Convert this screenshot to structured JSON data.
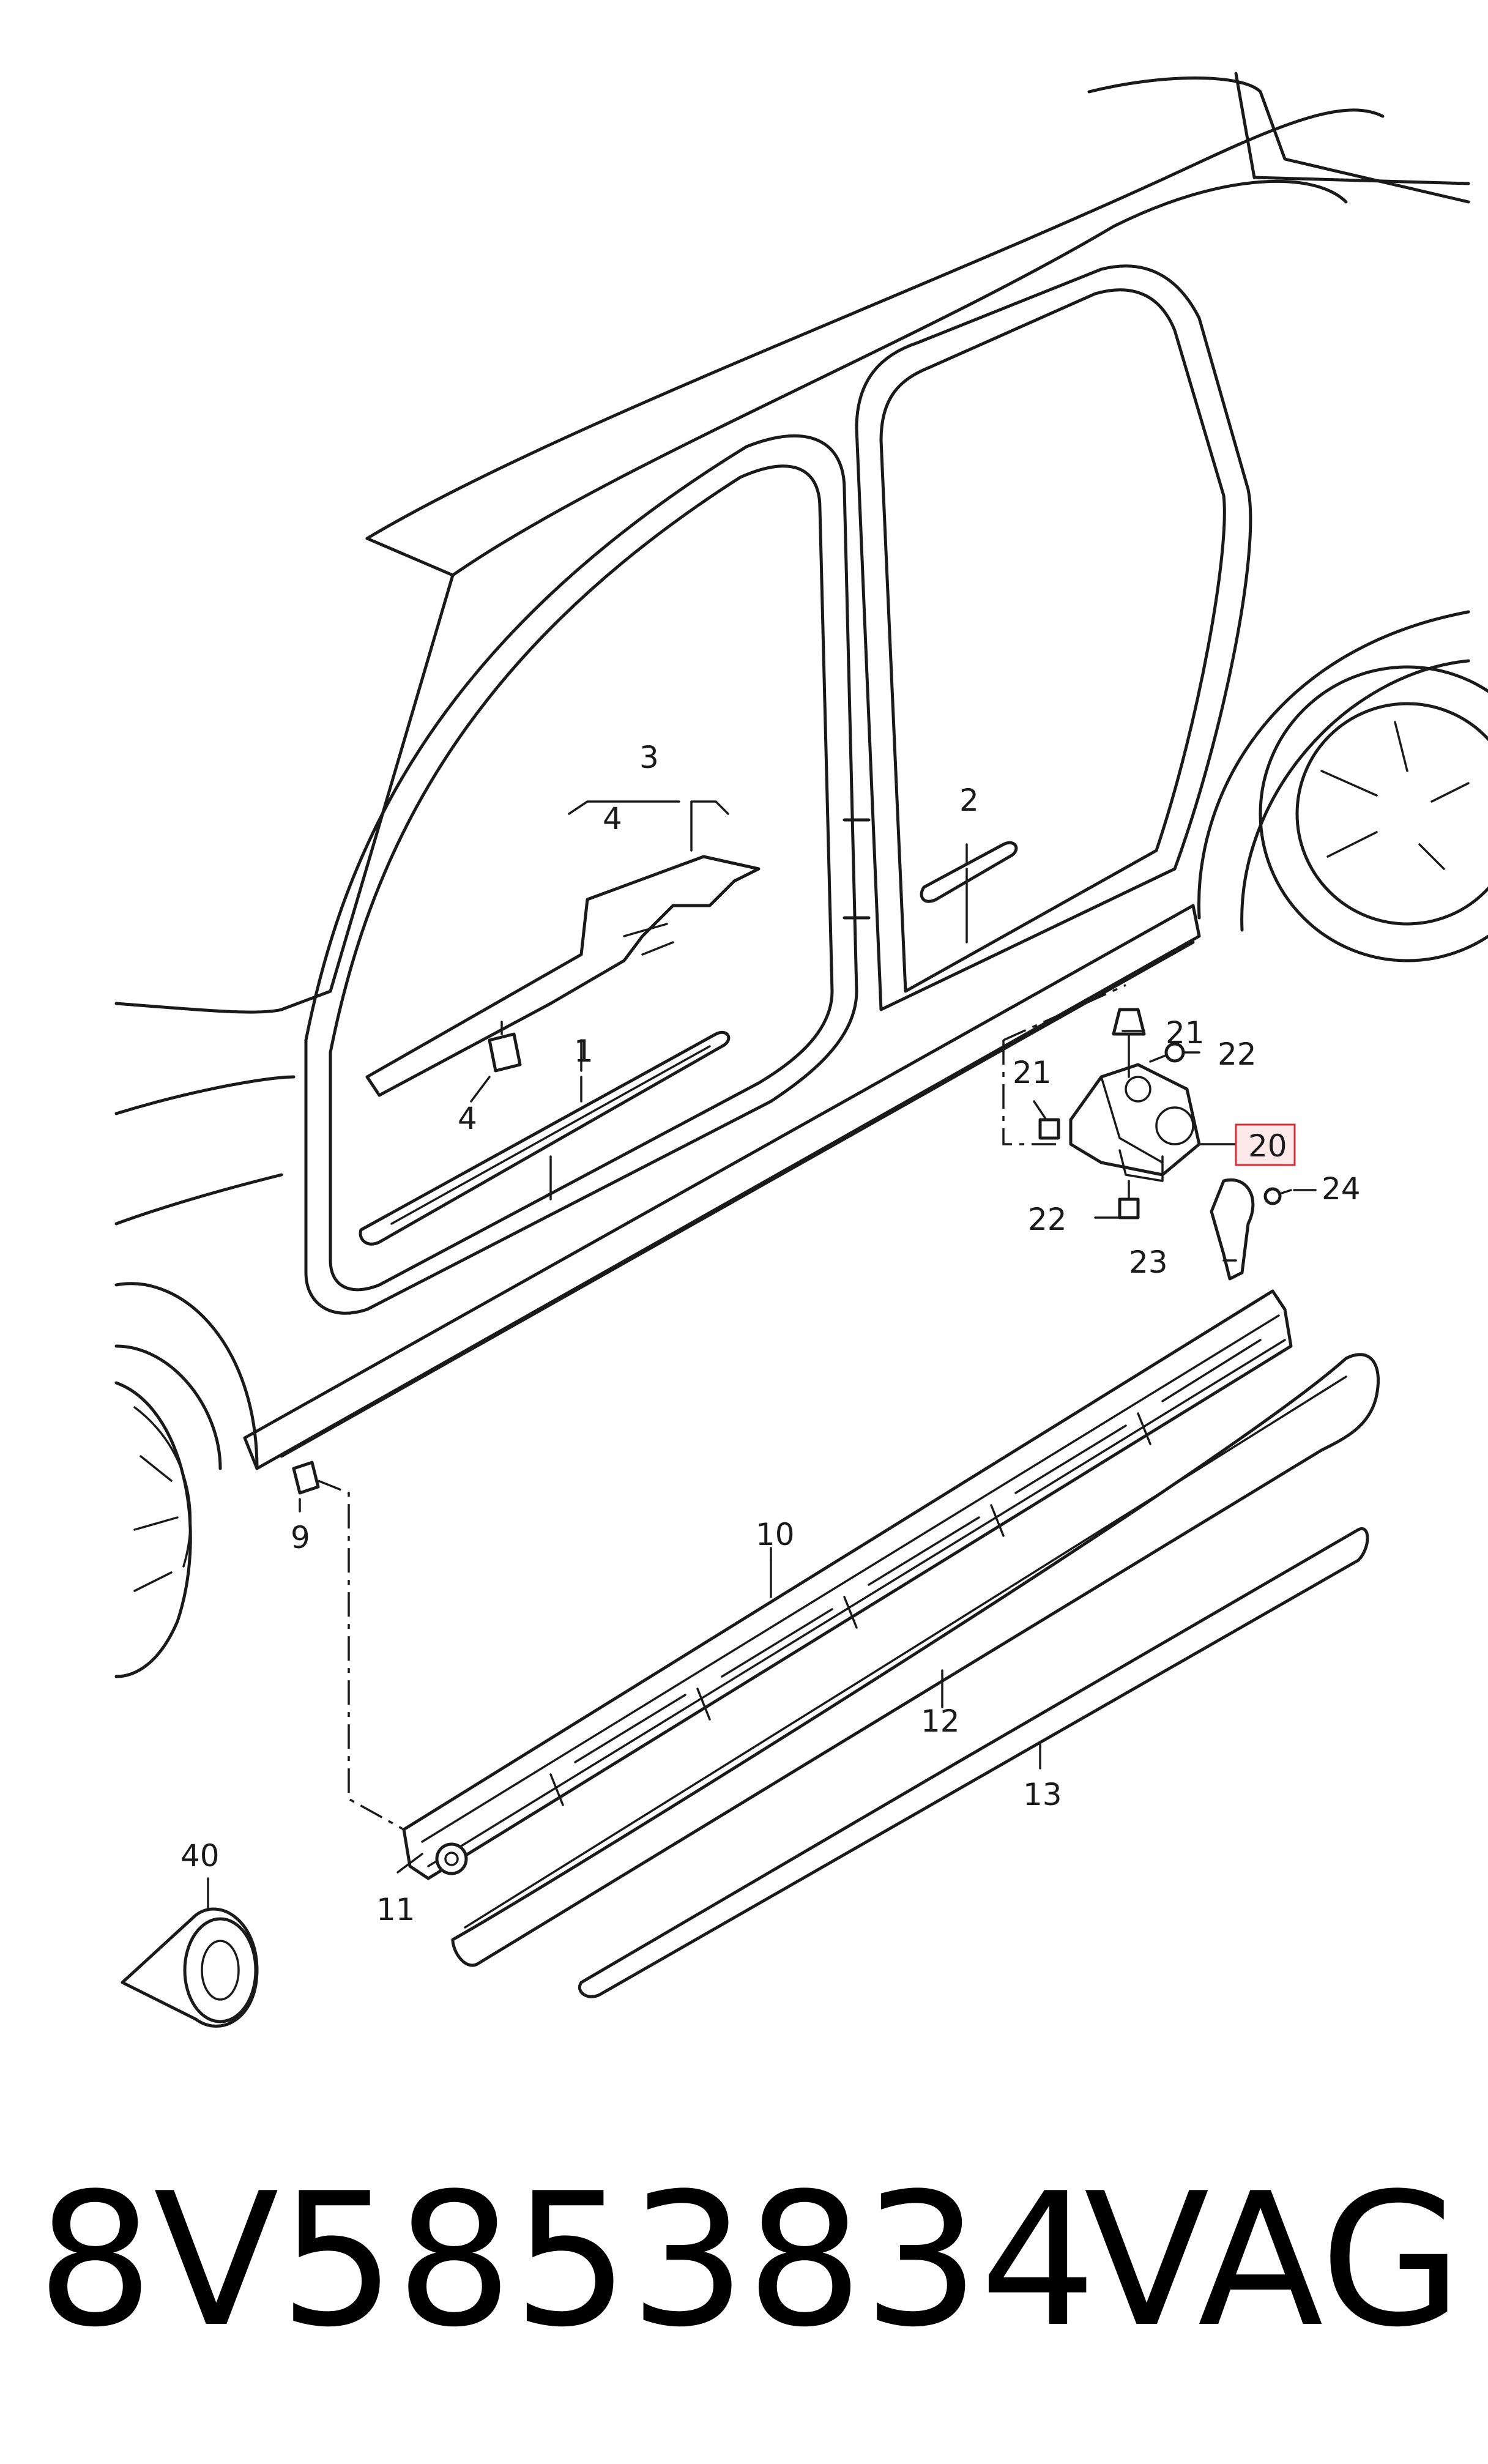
{
  "diagram": {
    "callouts": {
      "c1": "1",
      "c2": "2",
      "c3": "3",
      "c4a": "4",
      "c4b": "4",
      "c9": "9",
      "c10": "10",
      "c11": "11",
      "c12": "12",
      "c13": "13",
      "c20": "20",
      "c21a": "21",
      "c21b": "21",
      "c22a": "22",
      "c22b": "22",
      "c23": "23",
      "c24": "24",
      "c40": "40"
    },
    "highlighted_callout": "20",
    "highlight_color": "#d0303a"
  },
  "footer": {
    "part_number": "8V5853834",
    "brand": "VAG"
  }
}
